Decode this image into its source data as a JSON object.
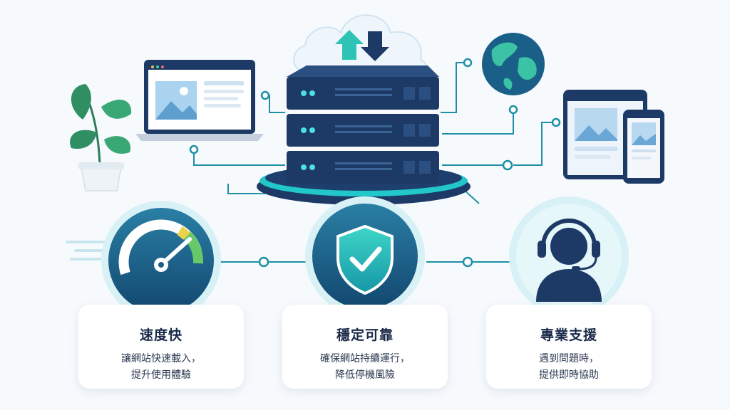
{
  "features": [
    {
      "title": "速度快",
      "line1": "讓網站快速載入，",
      "line2": "提升使用體驗",
      "icon": "speedometer-icon"
    },
    {
      "title": "穩定可靠",
      "line1": "確保網站持續運行，",
      "line2": "降低停機風險",
      "icon": "shield-check-icon"
    },
    {
      "title": "專業支援",
      "line1": "遇到問題時，",
      "line2": "提供即時協助",
      "icon": "headset-support-icon"
    }
  ],
  "colors": {
    "navy": "#1d3a66",
    "teal": "#1fb4b8",
    "circle": "#1a5f87",
    "background": "#f7fafd"
  }
}
